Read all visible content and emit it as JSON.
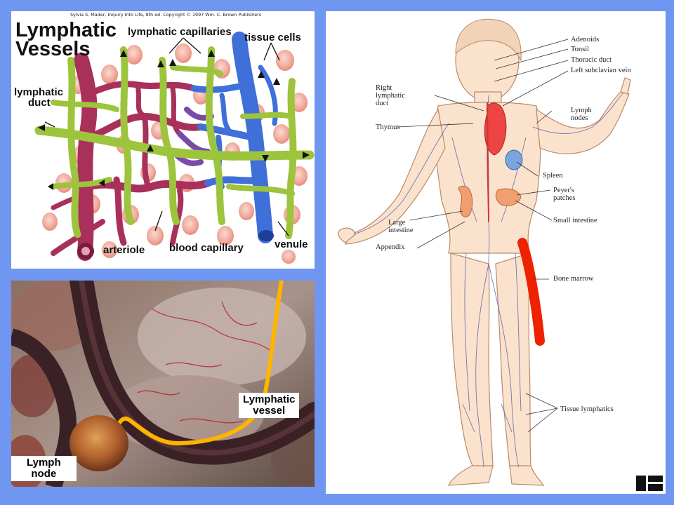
{
  "panel_lymphatic_vessels": {
    "credit": "Sylvia S. Mader, Inquiry Into Life, 8th ed. Copyright © 1997 Wm. C. Brown Publishers",
    "title_line1": "Lymphatic",
    "title_line2": "Vessels",
    "labels": {
      "lymphatic_capillaries": "lymphatic capillaries",
      "tissue_cells": "tissue cells",
      "lymphatic_duct_1": "lymphatic",
      "lymphatic_duct_2": "duct",
      "arteriole": "arteriole",
      "blood_capillary": "blood capillary",
      "venule": "venule"
    }
  },
  "panel_dissection": {
    "lymphatic_vessel_1": "Lymphatic",
    "lymphatic_vessel_2": "vessel",
    "lymph_node_1": "Lymph",
    "lymph_node_2": "node"
  },
  "panel_body": {
    "labels": {
      "adenoids": "Adenoids",
      "tonsil": "Tonsil",
      "thoracic_duct": "Thoracic duct",
      "left_subclavian_vein": "Left subclavian vein",
      "right_lymphatic_duct_1": "Right",
      "right_lymphatic_duct_2": "lymphatic",
      "right_lymphatic_duct_3": "duct",
      "thymus": "Thymus",
      "lymph_nodes_1": "Lymph",
      "lymph_nodes_2": "nodes",
      "spleen": "Spleen",
      "peyers_patches_1": "Peyer's",
      "peyers_patches_2": "patches",
      "small_intestine": "Small intestine",
      "large_intestine_1": "Large",
      "large_intestine_2": "intestine",
      "appendix": "Appendix",
      "bone_marrow": "Bone marrow",
      "tissue_lymphatics": "Tissue lymphatics"
    }
  },
  "colors": {
    "background": "#6f96f0",
    "artery": "#a8305a",
    "vein": "#3f6fd8",
    "lymph": "#9cc43c",
    "tissue_cell": "#f1b8ad",
    "lymph_vessel_photo": "#ffb400",
    "bone_marrow": "#ee2200"
  }
}
